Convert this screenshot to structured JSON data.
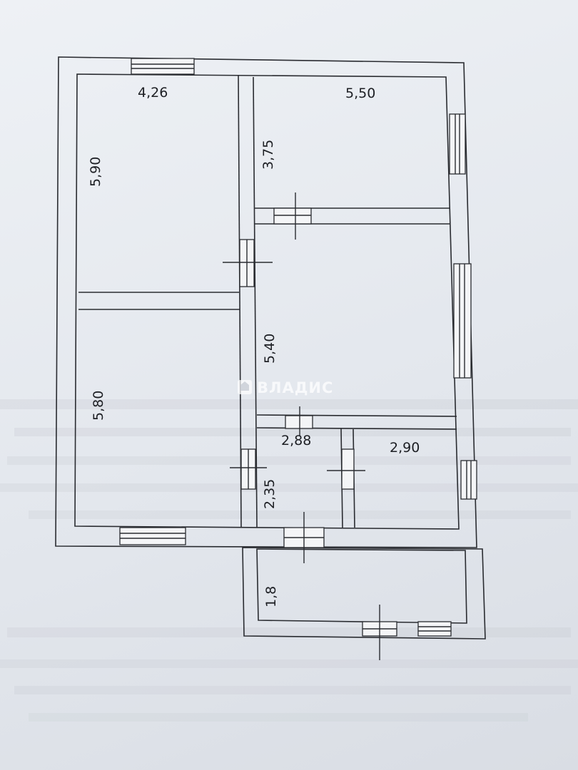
{
  "watermark": {
    "text": "ВЛАДИС"
  },
  "dimensions": {
    "top_left_width": "4,26",
    "top_right_width": "5,50",
    "left_upper_height": "5,90",
    "right_upper_height": "3,75",
    "left_lower_height": "5,80",
    "center_height": "5,40",
    "small_room_width": "2,88",
    "right_small_width": "2,90",
    "small_room_height": "2,35",
    "porch_height": "1,8"
  },
  "colors": {
    "line": "#2a2c31",
    "paper": "#e6e9ee"
  }
}
